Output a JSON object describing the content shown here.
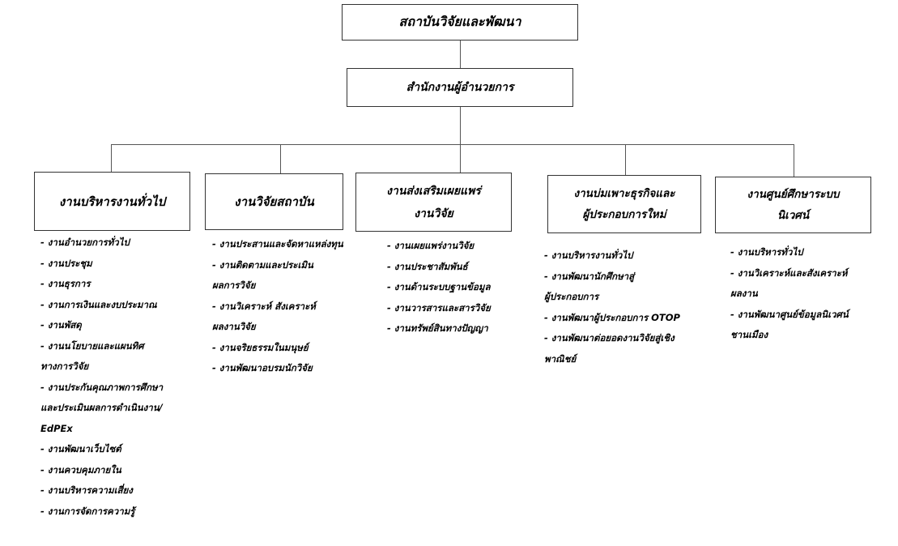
{
  "top": {
    "title": "สถาบันวิจัยและพัฒนา"
  },
  "office": {
    "title": "สำนักงานผู้อำนวยการ"
  },
  "branches": [
    {
      "title_lines": [
        "งานบริหารงานทั่วไป"
      ],
      "items": [
        "- งานอำนวยการทั่วไป",
        "- งานประชุม",
        "- งานธุรการ",
        "- งานการเงินและงบประมาณ",
        "- งานพัสดุ",
        "- งานนโยบายและแผนทิศ",
        "ทางการวิจัย",
        "- งานประกันคุณภาพการศึกษา",
        "และประเมินผลการดำเนินงาน/",
        "EdPEx",
        "- งานพัฒนาเว็บไซต์",
        "- งานควบคุมภายใน",
        "- งานบริหารความเสี่ยง",
        "- งานการจัดการความรู้"
      ]
    },
    {
      "title_lines": [
        "งานวิจัยสถาบัน"
      ],
      "items": [
        "- งานประสานและจัดหาแหล่งทุน",
        "- งานติดตามและประเมิน",
        "ผลการวิจัย",
        "- งานวิเคราะห์ สังเคราะห์",
        "ผลงานวิจัย",
        "- งานจริยธรรมในมนุษย์",
        "- งานพัฒนาอบรมนักวิจัย"
      ]
    },
    {
      "title_lines": [
        "งานส่งเสริมเผยแพร่",
        "งานวิจัย"
      ],
      "items": [
        "- งานเผยแพร่งานวิจัย",
        "- งานประชาสัมพันธ์",
        "- งานด้านระบบฐานข้อมูล",
        "- งานวารสารและสารวิจัย",
        "- งานทรัพย์สินทางปัญญา"
      ]
    },
    {
      "title_lines": [
        "งานบ่มเพาะธุรกิจและ",
        "ผู้ประกอบการใหม่"
      ],
      "items": [
        "- งานบริหารงานทั่วไป",
        "- งานพัฒนานักศึกษาสู่",
        "ผู้ประกอบการ",
        "- งานพัฒนาผู้ประกอบการ OTOP",
        "- งานพัฒนาต่อยอดงานวิจัยสู่เชิง",
        "พาณิชย์"
      ]
    },
    {
      "title_lines": [
        "งานศูนย์ศึกษาระบบ",
        "นิเวศน์"
      ],
      "items": [
        "- งานบริหารทั่วไป",
        "- งานวิเคราะห์และสังเคราะห์",
        "ผลงาน",
        "- งานพัฒนาศูนย์ข้อมูลนิเวศน์",
        "ชานเมือง"
      ]
    }
  ]
}
